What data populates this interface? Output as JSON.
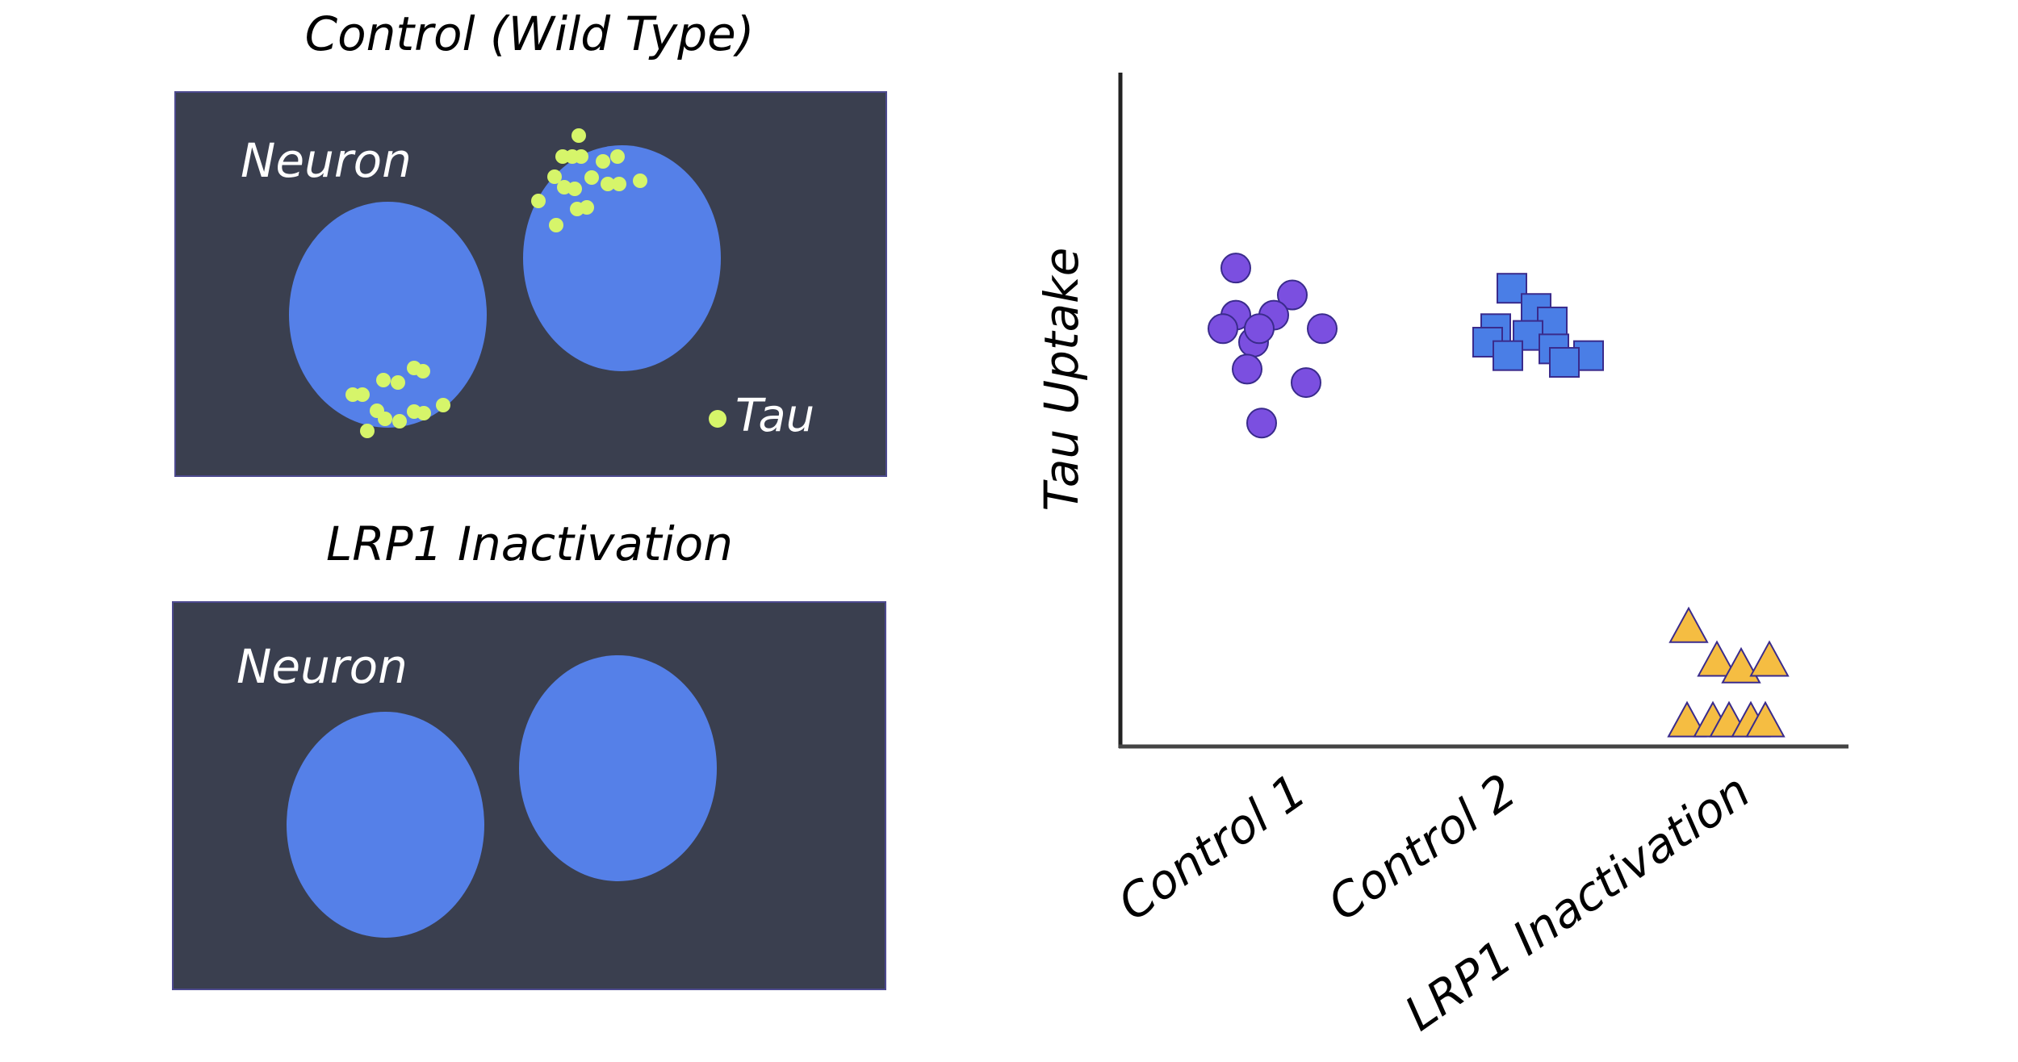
{
  "panels": {
    "control": {
      "title": "Control (Wild Type)",
      "neuron_label": "Neuron",
      "tau_label": "Tau"
    },
    "lrp1": {
      "title": "LRP1 Inactivation",
      "neuron_label": "Neuron"
    }
  },
  "colors": {
    "panel_bg": "#3a3f4f",
    "cell": "#5580e8",
    "tau": "#d6f56a",
    "control1": "#7b4fe0",
    "control2": "#4a7ee6",
    "lrp1": "#f5bd42"
  },
  "chart_data": {
    "type": "scatter",
    "ylabel": "Tau Uptake",
    "categories": [
      "Control 1",
      "Control 2",
      "LRP1 Inactivation"
    ],
    "markers": [
      "circle",
      "square",
      "triangle"
    ],
    "series": [
      {
        "name": "Control 1",
        "values": [
          0.71,
          0.67,
          0.64,
          0.64,
          0.62,
          0.62,
          0.6,
          0.62,
          0.56,
          0.54,
          0.48
        ]
      },
      {
        "name": "Control 2",
        "values": [
          0.68,
          0.65,
          0.63,
          0.62,
          0.61,
          0.6,
          0.59,
          0.58,
          0.58,
          0.57
        ]
      },
      {
        "name": "LRP1 Inactivation",
        "values": [
          0.18,
          0.13,
          0.12,
          0.13,
          0.04,
          0.04,
          0.04,
          0.04,
          0.04
        ]
      }
    ],
    "ylim": [
      0,
      1
    ]
  }
}
